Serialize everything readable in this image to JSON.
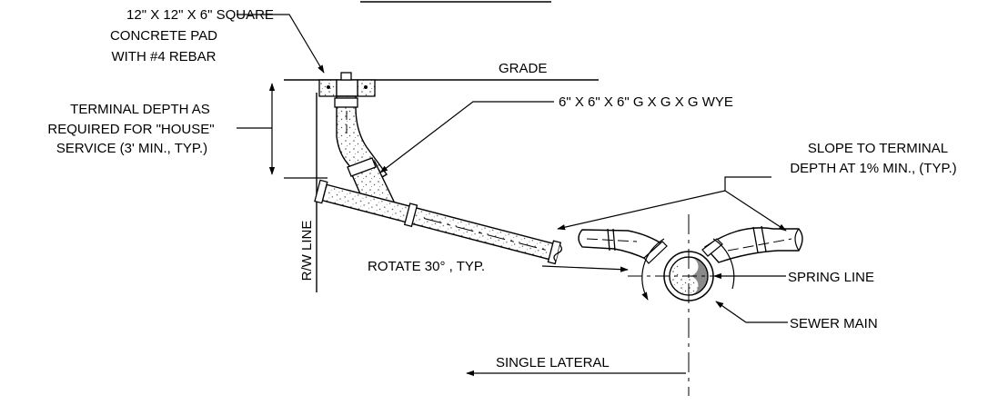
{
  "labels": {
    "pad_line1": "12\" X 12\" X 6\" SQUARE",
    "pad_line2": "CONCRETE PAD",
    "pad_line3": "WITH #4 REBAR",
    "grade": "GRADE",
    "depth_line1": "TERMINAL DEPTH AS",
    "depth_line2": "REQUIRED FOR \"HOUSE\"",
    "depth_line3": "SERVICE (3' MIN., TYP.)",
    "wye": "6\" X 6\" X 6\" G X G X G WYE",
    "slope_line1": "SLOPE TO TERMINAL",
    "slope_line2": "DEPTH AT 1% MIN., (TYP.)",
    "rw_line": "R/W LINE",
    "rotate": "ROTATE 30° , TYP.",
    "spring_line": "SPRING LINE",
    "sewer_main": "SEWER MAIN",
    "single_lateral": "SINGLE LATERAL"
  }
}
